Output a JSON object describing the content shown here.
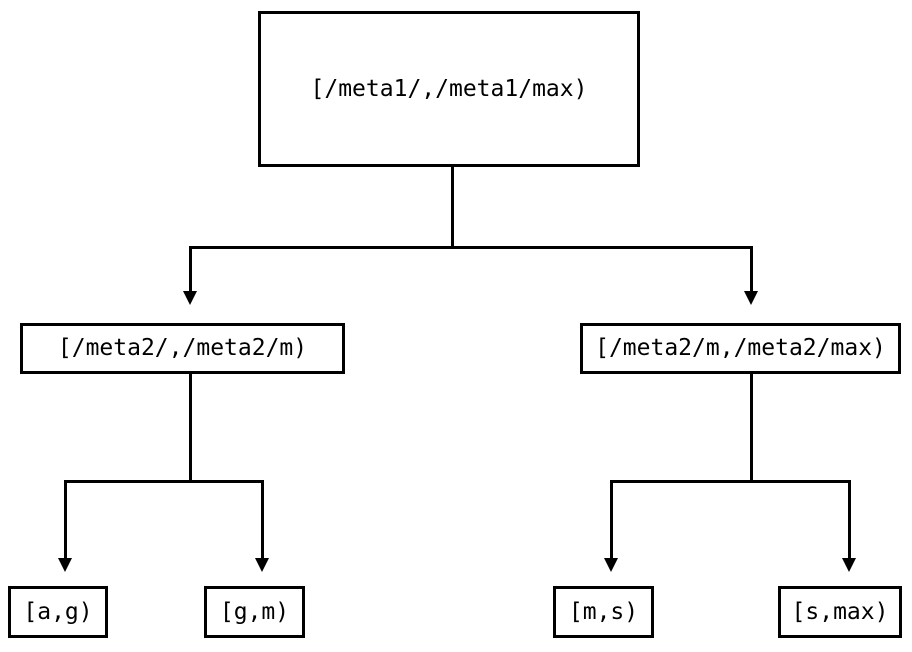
{
  "diagram": {
    "type": "tree",
    "title": "",
    "background_color": "#ffffff",
    "line_color": "#000000",
    "text_color": "#000000",
    "nodes": {
      "root": {
        "label": "[/meta1/,/meta1/max)",
        "level": 0
      },
      "mid_left": {
        "label": "[/meta2/,/meta2/m)",
        "level": 1
      },
      "mid_right": {
        "label": "[/meta2/m,/meta2/max)",
        "level": 1
      },
      "leaf_a_g": {
        "label": "[a,g)",
        "level": 2
      },
      "leaf_g_m": {
        "label": "[g,m)",
        "level": 2
      },
      "leaf_m_s": {
        "label": "[m,s)",
        "level": 2
      },
      "leaf_s_max": {
        "label": "[s,max)",
        "level": 2
      }
    },
    "edges": [
      {
        "from": "root",
        "to": "mid_left",
        "arrow": "down"
      },
      {
        "from": "root",
        "to": "mid_right",
        "arrow": "down"
      },
      {
        "from": "mid_left",
        "to": "leaf_a_g",
        "arrow": "down"
      },
      {
        "from": "mid_left",
        "to": "leaf_g_m",
        "arrow": "down"
      },
      {
        "from": "mid_right",
        "to": "leaf_m_s",
        "arrow": "down"
      },
      {
        "from": "mid_right",
        "to": "leaf_s_max",
        "arrow": "down"
      }
    ]
  }
}
